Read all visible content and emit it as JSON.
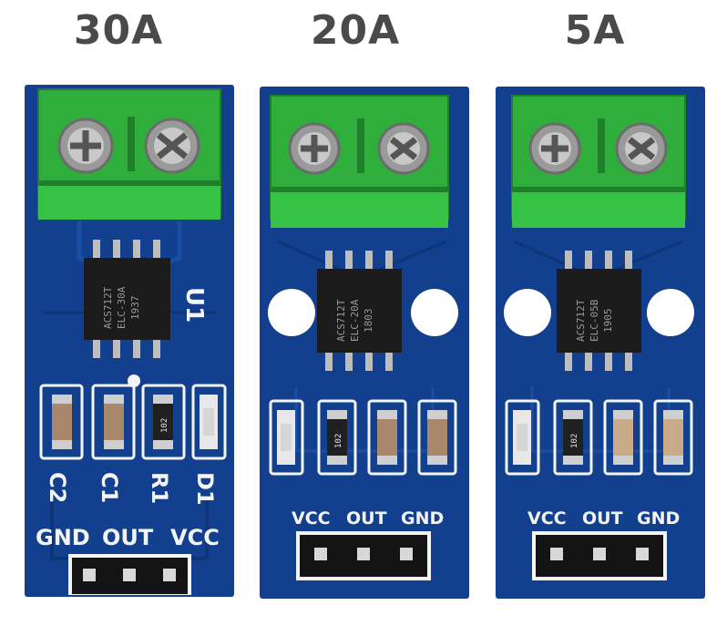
{
  "boards": [
    {
      "title": "30A",
      "chip_line1": "ACS712T",
      "chip_line2": "ELC-30A",
      "chip_line3": "1937",
      "ref_label": "U1",
      "component_labels": [
        "C2",
        "C1",
        "R1",
        "D1"
      ],
      "resistor_code": "102",
      "pins": [
        "GND",
        "OUT",
        "VCC"
      ]
    },
    {
      "title": "20A",
      "chip_line1": "ACS712T",
      "chip_line2": "ELC-20A",
      "chip_line3": "1803",
      "resistor_code": "102",
      "pins": [
        "VCC",
        "OUT",
        "GND"
      ]
    },
    {
      "title": "5A",
      "chip_line1": "ACS712T",
      "chip_line2": "ELC-05B",
      "chip_line3": "1905",
      "resistor_code": "102",
      "pins": [
        "VCC",
        "OUT",
        "GND"
      ]
    }
  ],
  "colors": {
    "pcb_blue": "#123f8e",
    "pcb_dark": "#0b2a66",
    "terminal_green": "#2fae3c",
    "terminal_dark": "#1f7f2a",
    "chip_black": "#1b1b1b",
    "silkscreen": "#f4f4f4"
  }
}
